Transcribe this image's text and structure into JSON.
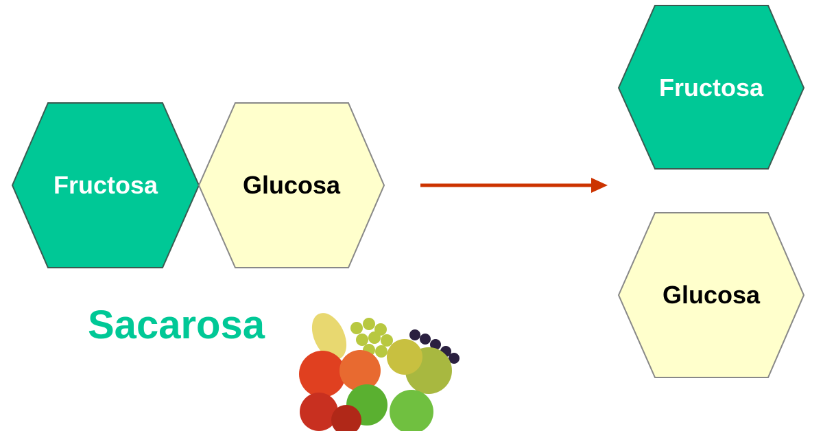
{
  "colors": {
    "fructose": "#00c896",
    "glucose": "#ffffcc",
    "arrow": "#cc3300",
    "title": "#00c896"
  },
  "left": {
    "fructose_label": "Fructosa",
    "glucose_label": "Glucosa",
    "name": "Sacarosa"
  },
  "right": {
    "fructose_label": "Fructosa",
    "glucose_label": "Glucosa"
  }
}
